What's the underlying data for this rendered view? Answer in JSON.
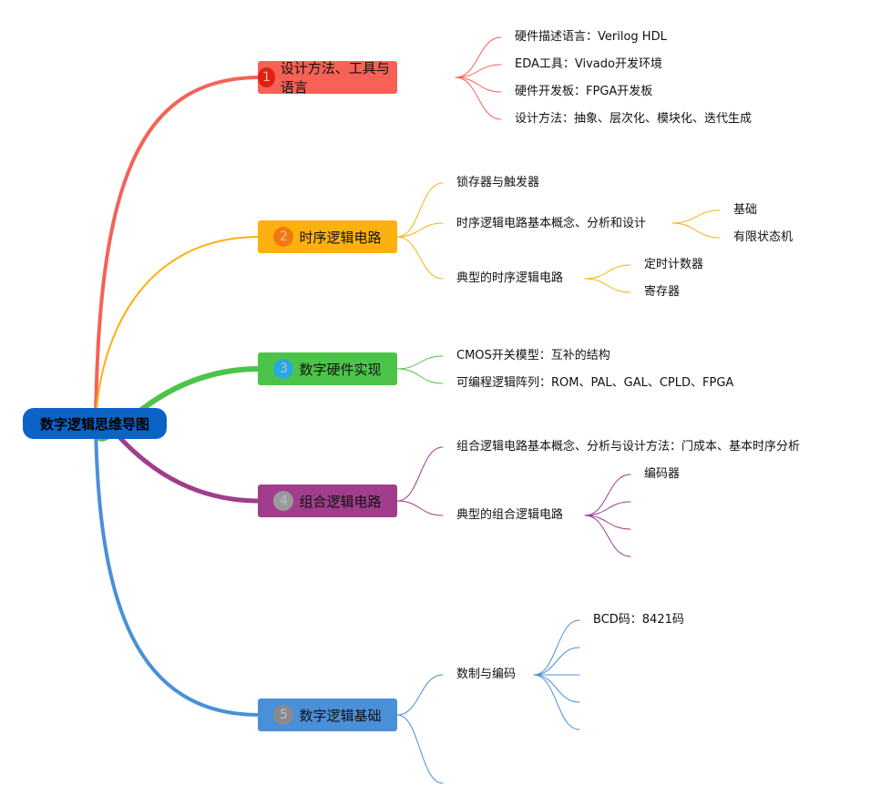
{
  "root": {
    "label": "数字逻辑思维导图",
    "color": "#0b63c5"
  },
  "branches": [
    {
      "number": "1",
      "label": "设计方法、工具与语言",
      "color": "#f76156",
      "badge": "#e02010",
      "items": [
        {
          "label": "硬件描述语言：Verilog HDL"
        },
        {
          "label": "EDA工具：Vivado开发环境"
        },
        {
          "label": "硬件开发板：FPGA开发板"
        },
        {
          "label": "设计方法：抽象、层次化、模块化、迭代生成"
        }
      ]
    },
    {
      "number": "2",
      "label": "时序逻辑电路",
      "color": "#fdb10e",
      "badge": "#f07a10",
      "items": [
        {
          "label": "锁存器与触发器"
        },
        {
          "label": "时序逻辑电路基本概念、分析和设计",
          "children": [
            "基础",
            "有限状态机"
          ]
        },
        {
          "label": "典型的时序逻辑电路",
          "children": [
            "定时计数器",
            "寄存器"
          ]
        }
      ]
    },
    {
      "number": "3",
      "label": "数字硬件实现",
      "color": "#4cc449",
      "badge": "#28a8e0",
      "items": [
        {
          "label": "CMOS开关模型：互补的结构"
        },
        {
          "label": "可编程逻辑阵列：ROM、PAL、GAL、CPLD、FPGA"
        }
      ]
    },
    {
      "number": "4",
      "label": "组合逻辑电路",
      "color": "#a03d8c",
      "badge": "#9a9a9a",
      "items": [
        {
          "label": "组合逻辑电路基本概念、分析与设计方法：门成本、基本时序分析"
        },
        {
          "label": "典型的组合逻辑电路",
          "children": [
            "编码器",
            "",
            "",
            ""
          ]
        }
      ]
    },
    {
      "number": "5",
      "label": "数字逻辑基础",
      "color": "#4a90d8",
      "badge": "#8a8a8a",
      "items": [
        {
          "label": "数制与编码",
          "children": [
            "BCD码：8421码",
            "",
            "",
            "",
            ""
          ]
        },
        {
          "label": ""
        }
      ]
    }
  ]
}
